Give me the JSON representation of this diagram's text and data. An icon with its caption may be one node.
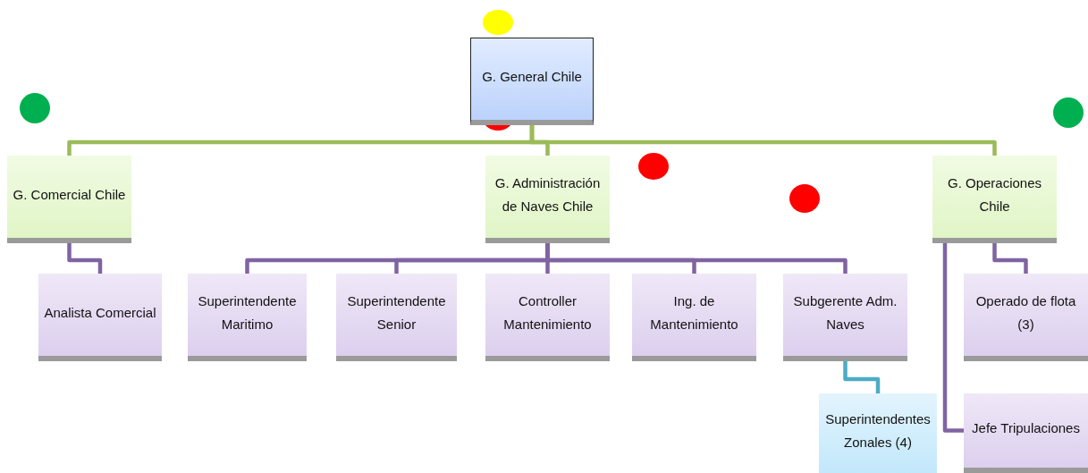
{
  "diagram": {
    "nodes": [
      {
        "text": [
          "G. General Chile"
        ]
      },
      {
        "text": [
          "G. Comercial Chile"
        ]
      },
      {
        "text": [
          "G. Administración de Naves Chile"
        ]
      },
      {
        "text": [
          "G. Operaciones Chile"
        ]
      },
      {
        "text": [
          "Analista Comercial"
        ]
      },
      {
        "text": [
          "Superintendente Maritimo"
        ]
      },
      {
        "text": [
          "Superintendente Senior"
        ]
      },
      {
        "text": [
          "Controller Mantenimiento"
        ]
      },
      {
        "text": [
          "Ing. de Mantenimiento"
        ]
      },
      {
        "text": [
          "Subgerente Adm. Naves"
        ]
      },
      {
        "text": [
          "Superintendentes Zonales (4)"
        ]
      },
      {
        "text": [
          "Operado de flota (3)"
        ]
      },
      {
        "text": [
          "Jefe Tripulaciones"
        ]
      }
    ],
    "edges": [
      {
        "from": 0,
        "to": 1,
        "arrow": "none",
        "color": "#9bbb59"
      },
      {
        "from": 0,
        "to": 2,
        "arrow": "none",
        "color": "#9bbb59"
      },
      {
        "from": 0,
        "to": 3,
        "arrow": "none",
        "color": "#9bbb59"
      },
      {
        "from": 1,
        "to": 4,
        "arrow": "none"
      },
      {
        "from": 2,
        "to": 5,
        "arrow": "none"
      },
      {
        "from": 2,
        "to": 6,
        "arrow": "none"
      },
      {
        "from": 2,
        "to": 7,
        "arrow": "none"
      },
      {
        "from": 2,
        "to": 8,
        "arrow": "none"
      },
      {
        "from": 2,
        "to": 9,
        "arrow": "none"
      },
      {
        "from": 9,
        "to": 10,
        "arrow": "none",
        "color": "#4bacc6"
      },
      {
        "from": 3,
        "to": 11,
        "arrow": "none"
      },
      {
        "from": 3,
        "to": 12,
        "arrow": "none"
      }
    ]
  }
}
